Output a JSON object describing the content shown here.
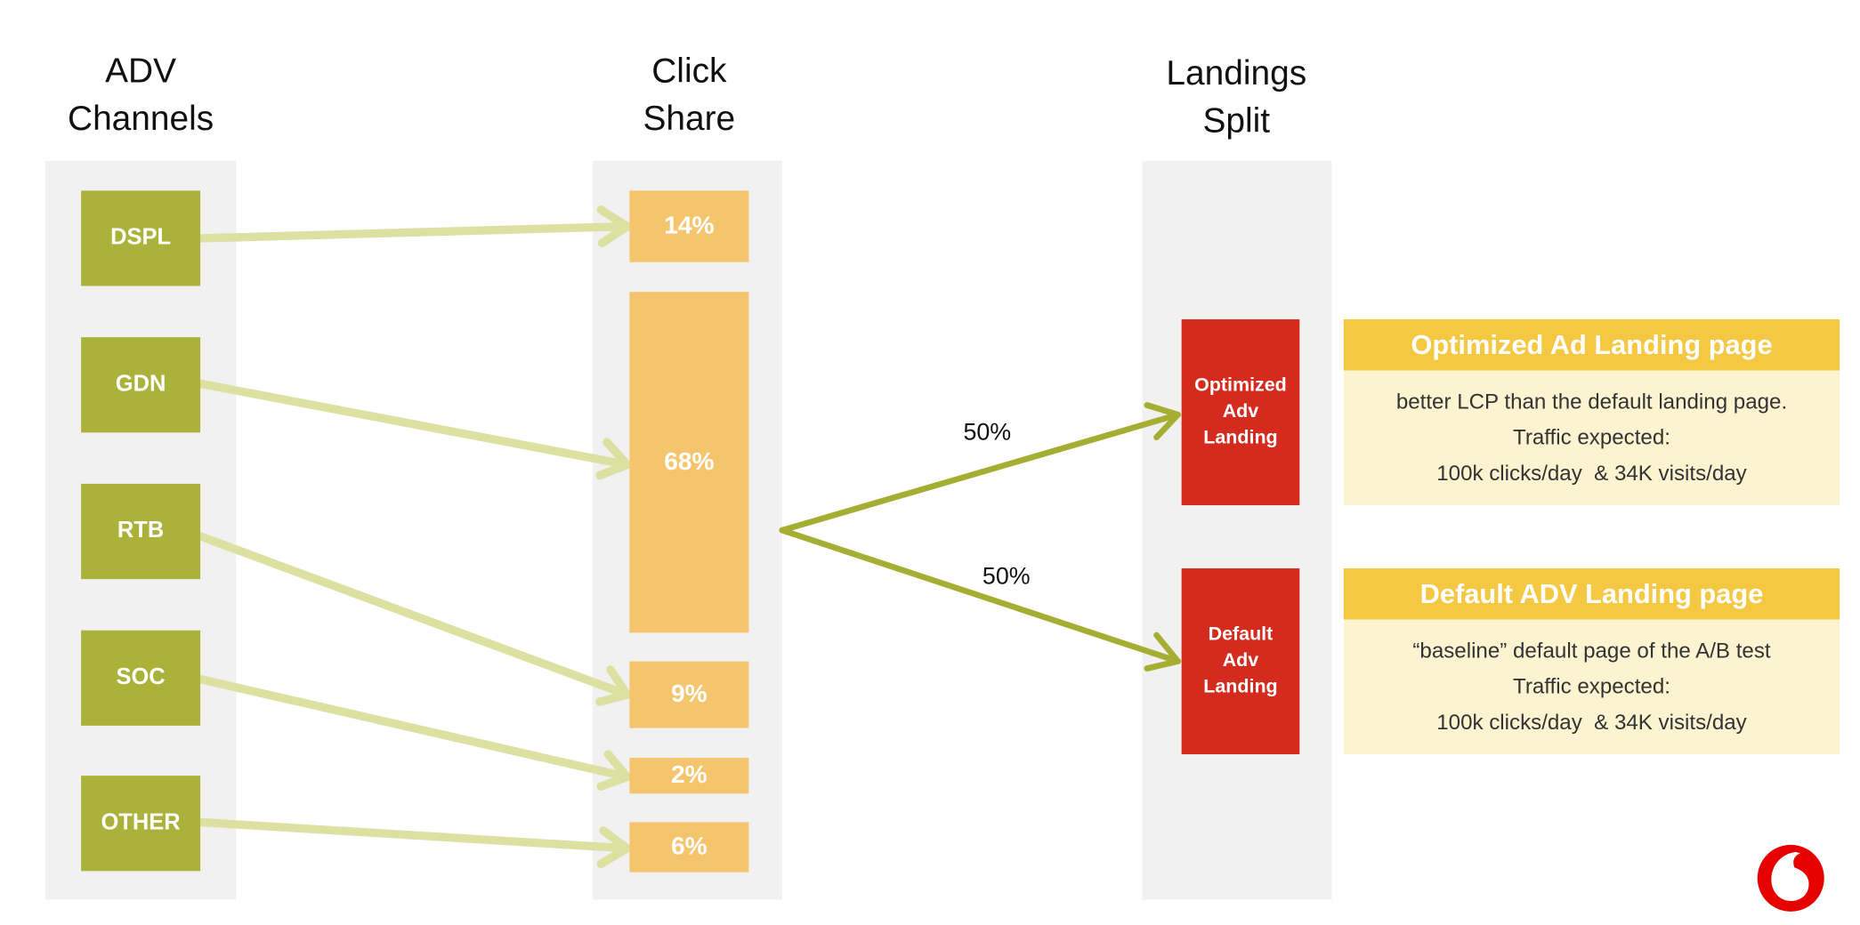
{
  "columns": {
    "channels": {
      "title_line1": "ADV",
      "title_line2": "Channels"
    },
    "share": {
      "title_line1": "Click",
      "title_line2": "Share"
    },
    "landings": {
      "title_line1": "Landings",
      "title_line2": "Split"
    }
  },
  "channels": [
    {
      "label": "DSPL",
      "share": "14%"
    },
    {
      "label": "GDN",
      "share": "68%"
    },
    {
      "label": "RTB",
      "share": "9%"
    },
    {
      "label": "SOC",
      "share": "2%"
    },
    {
      "label": "OTHER",
      "share": "6%"
    }
  ],
  "split": {
    "to_optimized": "50%",
    "to_default": "50%"
  },
  "landings": [
    {
      "line1": "Optimized",
      "line2": "Adv",
      "line3": "Landing",
      "info_title": "Optimized Ad Landing page",
      "info_lines": [
        "better LCP than the default landing page.",
        "Traffic expected:",
        "100k clicks/day  & 34K visits/day"
      ]
    },
    {
      "line1": "Default",
      "line2": "Adv",
      "line3": "Landing",
      "info_title": "Default ADV Landing page",
      "info_lines": [
        "“baseline” default page of the A/B test",
        "Traffic expected:",
        "100k clicks/day  & 34K visits/day"
      ]
    }
  ],
  "colors": {
    "channel": "#aab239",
    "share": "#f5c56e",
    "landing": "#d52b1e",
    "info_header": "#f4c842",
    "info_body": "#fcf3d0",
    "arrow_light": "#dce0a0",
    "arrow_dark": "#a5ae32",
    "logo": "#e60000"
  },
  "logo": "vodafone-logo"
}
